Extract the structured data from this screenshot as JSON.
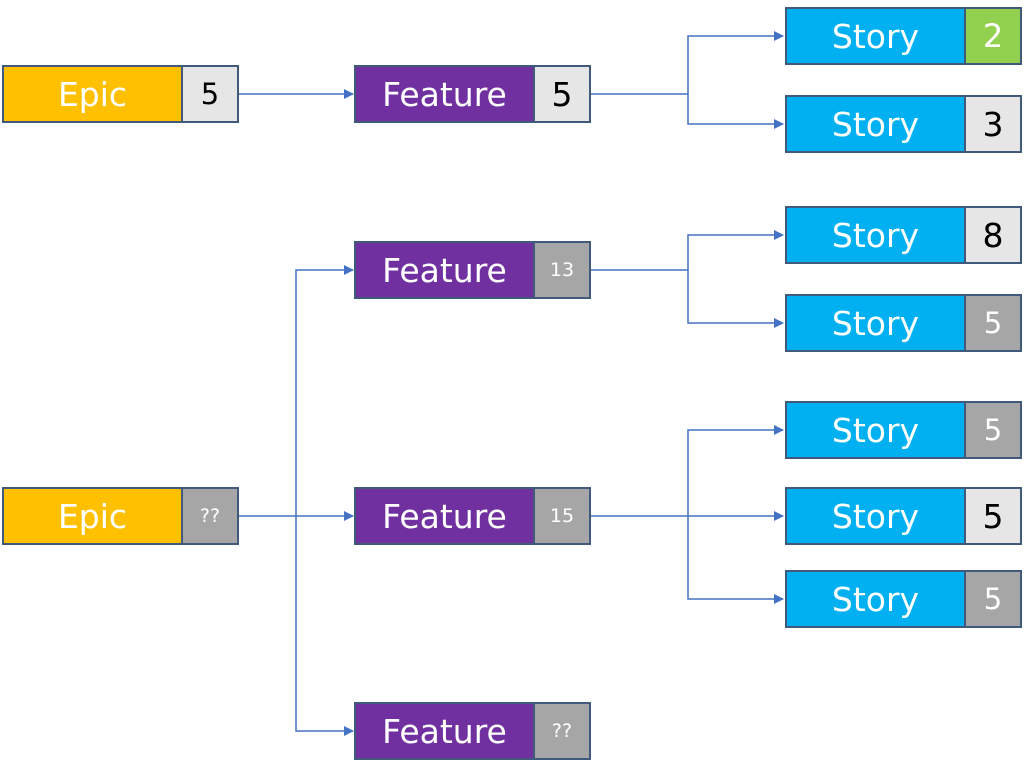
{
  "labels": {
    "epic": "Epic",
    "feature": "Feature",
    "story": "Story"
  },
  "colors": {
    "epic": "#ffc000",
    "feature": "#7030a0",
    "story": "#00b0f0",
    "badge_light": "#e7e6e6",
    "badge_gray": "#a6a6a6",
    "badge_green": "#92d050",
    "connector": "#4472c4"
  },
  "tree1": {
    "epic": {
      "estimate": "5"
    },
    "feature": {
      "estimate": "5"
    },
    "stories": [
      {
        "estimate": "2"
      },
      {
        "estimate": "3"
      }
    ]
  },
  "tree2": {
    "epic": {
      "estimate": "??"
    },
    "features": [
      {
        "estimate": "13",
        "stories": [
          {
            "estimate": "8"
          },
          {
            "estimate": "5"
          }
        ]
      },
      {
        "estimate": "15",
        "stories": [
          {
            "estimate": "5"
          },
          {
            "estimate": "5"
          },
          {
            "estimate": "5"
          }
        ]
      },
      {
        "estimate": "??"
      }
    ]
  }
}
